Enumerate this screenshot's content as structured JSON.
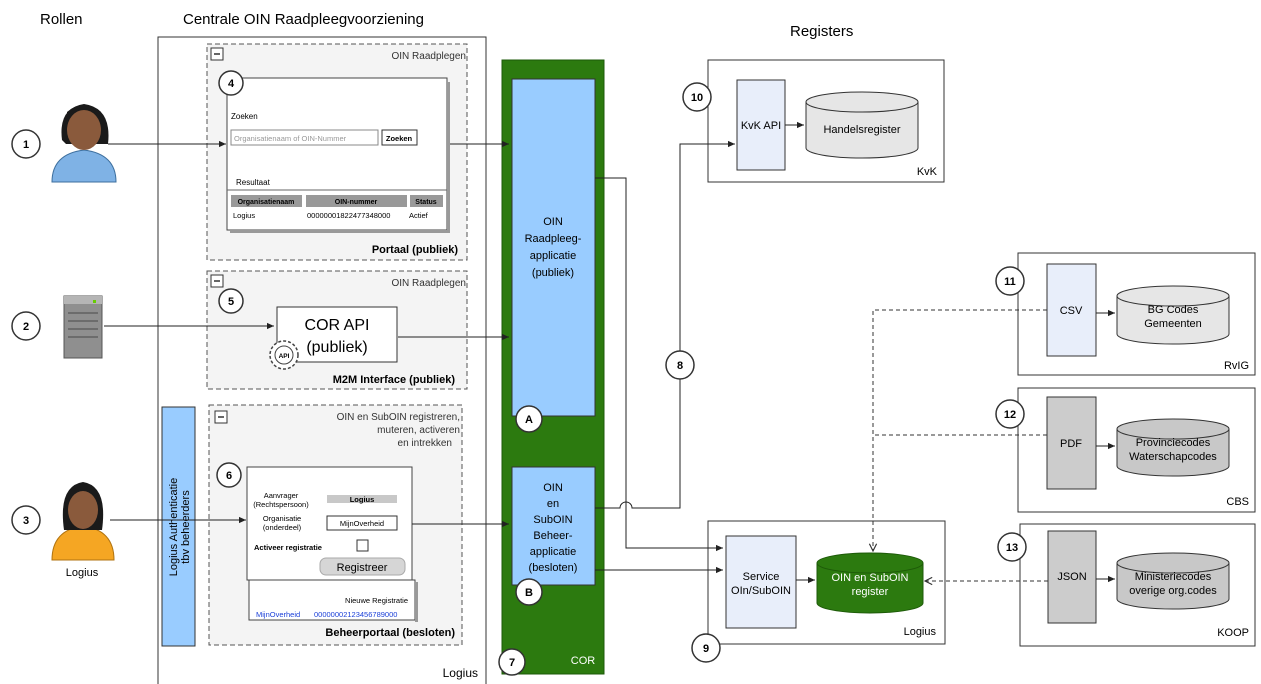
{
  "headers": {
    "rollen": "Rollen",
    "centrale": "Centrale OIN Raadpleegvoorziening",
    "registers": "Registers"
  },
  "roles": {
    "user1_num": "1",
    "user2_num": "2",
    "user3_num": "3",
    "user3_label": "Logius"
  },
  "central": {
    "owner": "Logius",
    "portal": {
      "corner_label": "OIN Raadplegen",
      "num": "4",
      "search_label": "Zoeken",
      "search_placeholder": "Organisatienaam of OIN-Nummer",
      "search_button": "Zoeken",
      "result_label": "Resultaat",
      "col1": "Organisatienaam",
      "col2": "OIN-nummer",
      "col3": "Status",
      "row_org": "Logius",
      "row_oin": "00000001822477348000",
      "row_status": "Actief",
      "title": "Portaal (publiek)"
    },
    "m2m": {
      "corner_label": "OIN Raadplegen",
      "num": "5",
      "api_line1": "COR API",
      "api_line2": "(publiek)",
      "api_badge": "API",
      "title": "M2M Interface (publiek)"
    },
    "beheer": {
      "corner_line1": "OIN en SubOIN registreren,",
      "corner_line2": "muteren, activeren",
      "corner_line3": "en intrekken",
      "num": "6",
      "aanvrager_line1": "Aanvrager",
      "aanvrager_line2": "(Rechtspersoon)",
      "aanvrager_value": "Logius",
      "organisatie_line1": "Organisatie",
      "organisatie_line2": "(onderdeel)",
      "organisatie_value": "MijnOverheid",
      "activeer": "Activeer registratie",
      "registreer": "Registreer",
      "nieuwe": "Nieuwe Registratie",
      "new_org": "MijnOverheid",
      "new_oin": "00000002123456789000",
      "title": "Beheerportaal (besloten)"
    },
    "auth_line1": "Logius Authenticatie",
    "auth_line2": "tbv beheerders"
  },
  "cor": {
    "app_a_line1": "OIN",
    "app_a_line2": "Raadpleeg-",
    "app_a_line3": "applicatie",
    "app_a_line4": "(publiek)",
    "app_a_badge": "A",
    "app_b_line1": "OIN",
    "app_b_line2": "en",
    "app_b_line3": "SubOIN",
    "app_b_line4": "Beheer-",
    "app_b_line5": "applicatie",
    "app_b_line6": "(besloten)",
    "app_b_badge": "B",
    "num": "7",
    "label": "COR"
  },
  "connector_num": "8",
  "logius_reg": {
    "num": "9",
    "service_line1": "Service",
    "service_line2": "OIn/SubOIN",
    "db_line1": "OIN en SubOIN",
    "db_line2": "register",
    "owner": "Logius"
  },
  "kvk": {
    "num": "10",
    "api": "KvK API",
    "db": "Handelsregister",
    "owner": "KvK"
  },
  "rvig": {
    "num": "11",
    "format": "CSV",
    "db_line1": "BG Codes",
    "db_line2": "Gemeenten",
    "owner": "RvIG"
  },
  "cbs": {
    "num": "12",
    "format": "PDF",
    "db_line1": "Provinciecodes",
    "db_line2": "Waterschapcodes",
    "owner": "CBS"
  },
  "koop": {
    "num": "13",
    "format": "JSON",
    "db_line1": "Ministeriecodes",
    "db_line2": "overige org.codes",
    "owner": "KOOP"
  },
  "colors": {
    "cor_green": "#2c7a0f",
    "app_blue": "#99ccff",
    "service_blue": "#e8eefa",
    "db_gray": "#d9d9d9",
    "format_gray": "#cccccc",
    "db_green": "#2c7a0f",
    "person_skin": "#8a5a3c",
    "person1_shirt": "#7fb2e5",
    "person3_shirt": "#f5a623"
  }
}
